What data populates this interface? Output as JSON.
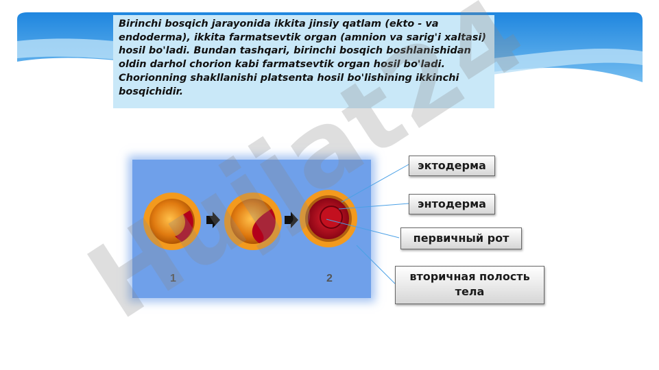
{
  "paragraph": "Birinchi bosqich jarayonida ikkita jinsiy qatlam (ekto - va endoderma), ikkita farmatsevtik organ (amnion va sarig'i xaltasi) hosil bo'ladi. Bundan tashqari, birinchi bosqich boshlanishidan oldin darhol chorion kabi farmatsevtik organ hosil bo'ladi. Chorionning shakllanishi platsenta hosil bo'lishining ikkinchi bosqichidir.",
  "diagram": {
    "step1": "1",
    "step2": "2"
  },
  "labels": {
    "ectoderm": "эктодерма",
    "endoderm": "энтодерма",
    "primary_mouth": "первичный рот",
    "secondary_cavity": "вторичная полость тела"
  },
  "watermark": "Hujjat24",
  "colors": {
    "banner": "#2b8fe0",
    "textbox": "#c9e8f8",
    "diagram_bg": "#6fa0ea",
    "embryo_orange": "#f39a1e",
    "embryo_red": "#b3001b"
  }
}
